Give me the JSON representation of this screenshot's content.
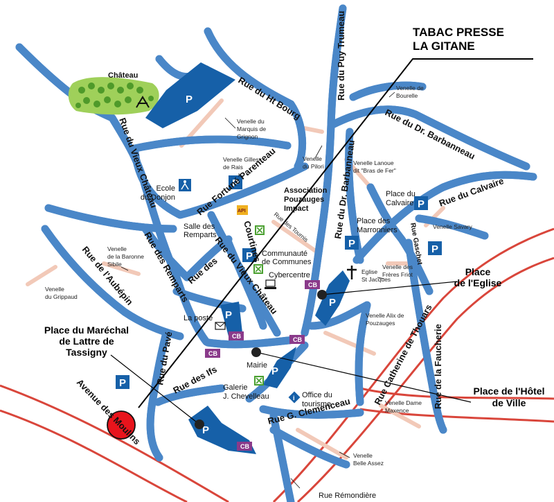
{
  "shop": {
    "line1": "TABAC PRESSE",
    "line2": "LA GITANE"
  },
  "callouts": {
    "place_eglise": [
      "Place",
      "de l'Eglise"
    ],
    "place_hotel_de_ville": [
      "Place de l'Hôtel",
      "de Ville"
    ],
    "place_marechal": [
      "Place du Maréchal",
      "de Lattre de",
      "Tassigny"
    ]
  },
  "streets": {
    "ht_bourg": "Rue du Ht Bourg",
    "puy_trumeau": "Rue du Puy Trumeau",
    "dr_barbanneau_h": "Rue du Dr. Barbanneau",
    "dr_barbanneau_v": "Rue du Dr. Barbanneau",
    "vieux_chateau_top": "Rue du Vieux Château",
    "fortune_parenteau": "Rue Fortuné Parenteau",
    "calvaire": "Rue du Calvaire",
    "remparts": "Rue des Remparts",
    "aubepin": "Rue de l'Aubépin",
    "courtines": "Courtines",
    "des": "Rue des",
    "vieux_chateau_mid": "Rue du Vieux Château",
    "pave": "Rue du Pavé",
    "ifs": "Rue des Ifs",
    "moulins": "Avenue des Moulins",
    "clemenceau": "Rue G. Clemenceau",
    "catherine_thouars": "Rue Catherine de Thouars",
    "faucherie": "Rue de la Faucherie",
    "gaschet": "Rue Gaschet",
    "tournis": "Rue des Tournis"
  },
  "small_labels": {
    "venelle_bourelle": [
      "Venelle de",
      "Bourelle"
    ],
    "venelle_marquis": [
      "Venelle du",
      "Marquis de",
      "Grignon"
    ],
    "venelle_pilori": [
      "Venelle",
      "du Pilori"
    ],
    "venelle_gilles": [
      "Venelle Gilles",
      "de Rais"
    ],
    "venelle_lanoue": [
      "Venelle Lanoue",
      "dit \"Bras de Fer\""
    ],
    "venelle_baronne": [
      "Venelle",
      "de la Baronne",
      "Sibile"
    ],
    "venelle_grippaud": [
      "Venelle",
      "du Grippaud"
    ],
    "venelle_savary": [
      "Venelle Savary"
    ],
    "venelle_freres_friot": [
      "Venelle des",
      "Frères Friot"
    ],
    "venelle_alix": [
      "Venelle Alix de",
      "Pouzauges"
    ],
    "venelle_dame_maxence": [
      "Venelle Dame",
      "Maxence"
    ],
    "venelle_belle_assez": [
      "Venelle",
      "Belle Assez"
    ],
    "eglise_st_jacques": [
      "Eglise",
      "St Jacques"
    ]
  },
  "places": {
    "chateau": "Château",
    "ecole": [
      "Ecole",
      "du Donjon"
    ],
    "association": [
      "Association",
      "Pouzauges",
      "Impact"
    ],
    "salle_remparts": [
      "Salle des",
      "Remparts"
    ],
    "communaute": [
      "Communauté",
      "de Communes"
    ],
    "cybercentre": "Cybercentre",
    "place_calvaire": [
      "Place du",
      "Calvaire"
    ],
    "place_marronniers": [
      "Place des",
      "Marronniers"
    ],
    "la_poste": "La poste",
    "mairie": "Mairie",
    "galerie": [
      "Galerie",
      "J. Chevelleau"
    ],
    "office_tourisme": [
      "Office du",
      "tourisme"
    ],
    "rue_remondiere": "Rue Rémondière"
  },
  "parking_letter": "P",
  "cb_label": "CB",
  "api_label": "API",
  "colors": {
    "road_outline": "#4a87c8",
    "parking": "#1660a8",
    "cb": "#8a3a8a",
    "main_road": "#d9463b",
    "pedestrian": "#f2c9b8",
    "marker": "#e8141c"
  }
}
